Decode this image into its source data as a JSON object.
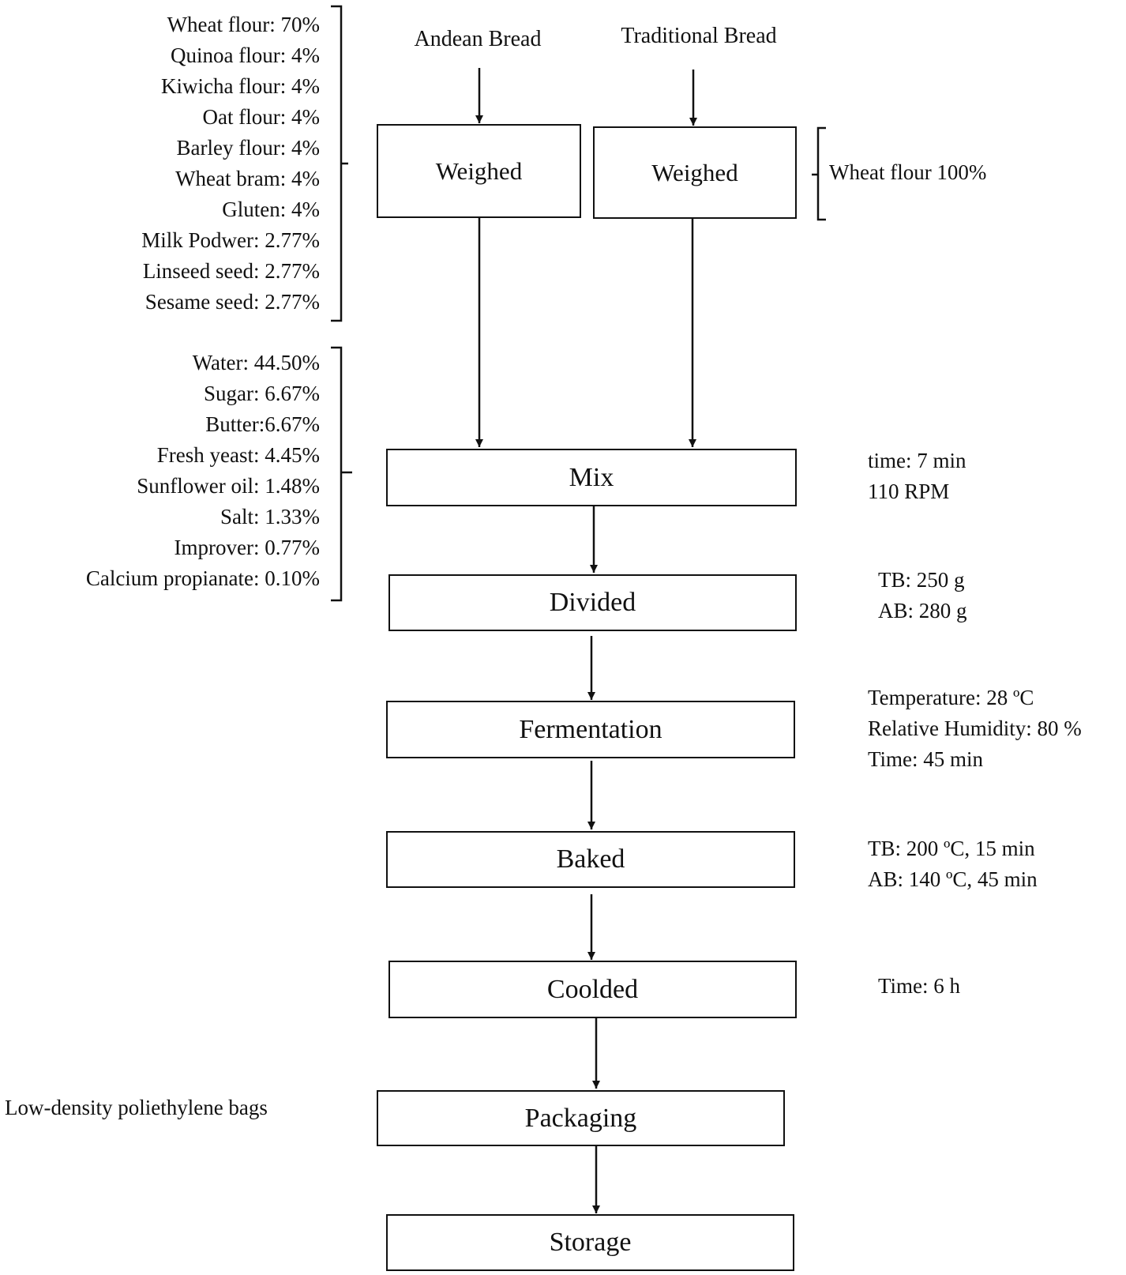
{
  "sources": {
    "andean": "Andean Bread",
    "traditional": "Traditional Bread"
  },
  "steps": {
    "weighed_andean": "Weighed",
    "weighed_traditional": "Weighed",
    "mix": "Mix",
    "divided": "Divided",
    "fermentation": "Fermentation",
    "baked": "Baked",
    "cooled": "Coolded",
    "packaging": "Packaging",
    "storage": "Storage"
  },
  "andean_flours": [
    "Wheat flour: 70%",
    "Quinoa flour: 4%",
    "Kiwicha flour: 4%",
    "Oat flour: 4%",
    "Barley flour: 4%",
    "Wheat bram: 4%",
    "Gluten: 4%",
    "Milk Podwer: 2.77%",
    "Linseed seed: 2.77%",
    "Sesame seed: 2.77%"
  ],
  "other_ingredients": [
    "Water: 44.50%",
    "Sugar: 6.67%",
    "Butter:6.67%",
    "Fresh yeast: 4.45%",
    "Sunflower oil: 1.48%",
    "Salt: 1.33%",
    "Improver: 0.77%",
    "Calcium propianate: 0.10%"
  ],
  "traditional_flour": "Wheat flour 100%",
  "notes": {
    "mix": [
      "time: 7 min",
      "110 RPM"
    ],
    "divided": [
      "TB: 250 g",
      "AB: 280 g"
    ],
    "fermentation": [
      "Temperature: 28 ºC",
      "Relative Humidity: 80 %",
      "Time: 45 min"
    ],
    "baked": [
      "TB: 200 ºC, 15 min",
      "AB: 140 ºC, 45 min"
    ],
    "cooled": "Time: 6 h",
    "packaging": "Low-density poliethylene bags"
  }
}
